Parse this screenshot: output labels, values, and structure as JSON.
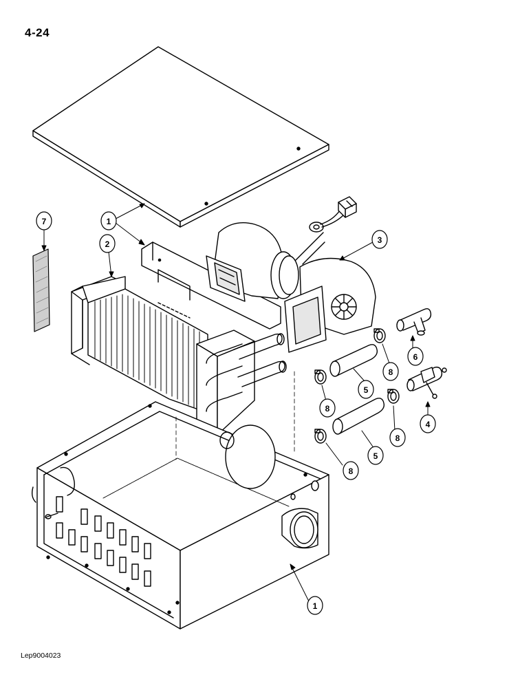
{
  "page": {
    "number": "4-24",
    "figure_ref": "Lep9004023"
  },
  "callouts": [
    {
      "id": "c1-top",
      "label": "1"
    },
    {
      "id": "c2",
      "label": "2"
    },
    {
      "id": "c3",
      "label": "3"
    },
    {
      "id": "c4",
      "label": "4"
    },
    {
      "id": "c5-a",
      "label": "5"
    },
    {
      "id": "c5-b",
      "label": "5"
    },
    {
      "id": "c6",
      "label": "6"
    },
    {
      "id": "c7",
      "label": "7"
    },
    {
      "id": "c8-a",
      "label": "8"
    },
    {
      "id": "c8-b",
      "label": "8"
    },
    {
      "id": "c8-c",
      "label": "8"
    },
    {
      "id": "c8-d",
      "label": "8"
    },
    {
      "id": "c1-bottom",
      "label": "1"
    }
  ],
  "colors": {
    "ink": "#000000",
    "paper": "#ffffff",
    "shade": "#d9d9d9"
  }
}
